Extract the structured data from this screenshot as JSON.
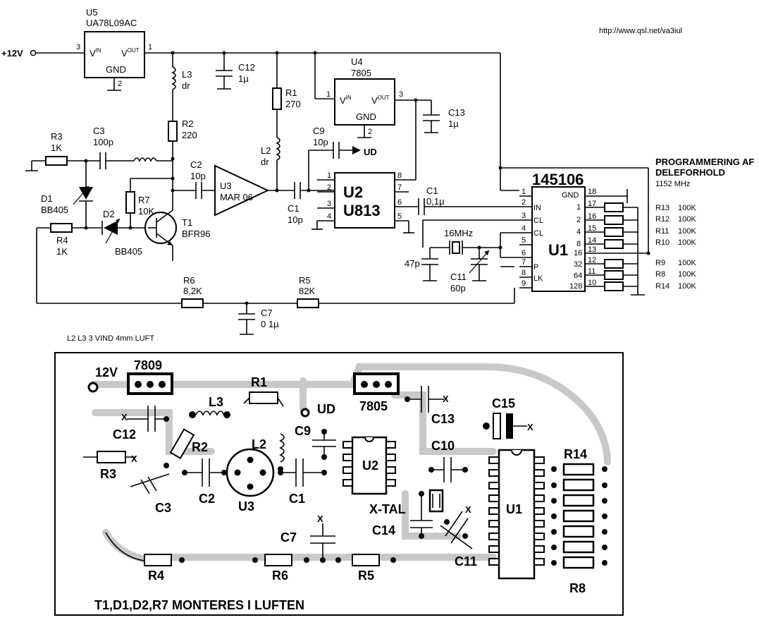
{
  "url": "http://www.qsl.net/va3iul",
  "supply": "+12V",
  "u5": {
    "ref": "U5",
    "part": "UA78L09AC",
    "vin": "V",
    "vin_sup": "IN",
    "vout": "V",
    "vout_sup": "OUT",
    "gnd": "GND",
    "pin3": "3",
    "pin1": "1",
    "pin2": "2"
  },
  "u4": {
    "ref": "U4",
    "part": "7805",
    "vin": "V",
    "vin_sup": "IN",
    "vout": "V",
    "vout_sup": "OUT",
    "gnd": "GND",
    "pin1": "1",
    "pin2": "2",
    "pin3": "3"
  },
  "u3": {
    "ref": "U3",
    "part": "MAR 06"
  },
  "u2": {
    "ref": "U2",
    "part": "U813",
    "pins": [
      "1",
      "2",
      "3",
      "4",
      "8",
      "7",
      "6",
      "5"
    ]
  },
  "u1": {
    "ref": "U1",
    "part": "145106",
    "left_pins": [
      {
        "num": "1",
        "name": ""
      },
      {
        "num": "2",
        "name": "IN"
      },
      {
        "num": "3",
        "name": "CL"
      },
      {
        "num": "4",
        "name": "CL"
      },
      {
        "num": "5",
        "name": ""
      },
      {
        "num": "6",
        "name": ""
      },
      {
        "num": "7",
        "name": "P"
      },
      {
        "num": "8",
        "name": "LK"
      },
      {
        "num": "9",
        "name": ""
      }
    ],
    "right_pins": [
      {
        "num": "18",
        "name": "GND"
      },
      {
        "num": "17",
        "name": "1"
      },
      {
        "num": "16",
        "name": "2"
      },
      {
        "num": "15",
        "name": "4"
      },
      {
        "num": "14",
        "name": "8"
      },
      {
        "num": "13",
        "name": "16"
      },
      {
        "num": "12",
        "name": "32"
      },
      {
        "num": "11",
        "name": "64"
      },
      {
        "num": "10",
        "name": "128"
      }
    ]
  },
  "components": {
    "c12": [
      "C12",
      "1µ"
    ],
    "l3": [
      "L3",
      "dr"
    ],
    "r2": [
      "R2",
      "220"
    ],
    "r1": [
      "R1",
      "270"
    ],
    "l2": [
      "L2",
      "dr"
    ],
    "r3": [
      "R3",
      "1K"
    ],
    "c3": [
      "C3",
      "100p"
    ],
    "c2": [
      "C2",
      "10p"
    ],
    "c9": [
      "C9",
      "10p"
    ],
    "c13": [
      "C13",
      "1µ"
    ],
    "d1": [
      "D1",
      "BB405"
    ],
    "d2": [
      "D2",
      "BB405"
    ],
    "r7": [
      "R7",
      "10K"
    ],
    "t1": [
      "T1",
      "BFR96"
    ],
    "r4": [
      "R4",
      "1K"
    ],
    "c1a": [
      "C1",
      "10p"
    ],
    "c1b": [
      "C1",
      "0,1µ"
    ],
    "xtal": [
      "16MHz",
      ""
    ],
    "c47": [
      "47p",
      ""
    ],
    "c11": [
      "C11",
      "60p"
    ],
    "r6": [
      "R6",
      "8,2K"
    ],
    "r5": [
      "R5",
      "82K"
    ],
    "c7": [
      "C7",
      "0 1µ"
    ]
  },
  "ud_label": "UD",
  "prog": {
    "title_1": "PROGRAMMERING AF",
    "title_2": "DELEFORHOLD",
    "title_3": "1152 MHz",
    "resistors": [
      {
        "ref": "R13",
        "value": "100K"
      },
      {
        "ref": "R12",
        "value": "100K"
      },
      {
        "ref": "R11",
        "value": "100K"
      },
      {
        "ref": "R10",
        "value": "100K"
      },
      {
        "ref": "R9",
        "value": "100K"
      },
      {
        "ref": "R8",
        "value": "100K"
      },
      {
        "ref": "R14",
        "value": "100K"
      }
    ]
  },
  "coil_note": "L2  L3  3 VIND  4mm LUFT",
  "board": {
    "labels": {
      "v12": "12V",
      "reg7809": "7809",
      "r1": "R1",
      "ud": "UD",
      "reg7805": "7805",
      "c15": "C15",
      "x": "X",
      "c12": "C12",
      "l3": "L3",
      "c13": "C13",
      "r2": "R2",
      "l2": "L2",
      "c9": "C9",
      "u2": "U2",
      "c10": "C10",
      "r14": "R14",
      "r3": "R3",
      "x2": "X",
      "c3": "C3",
      "c2": "C2",
      "u3": "U3",
      "c1": "C1",
      "xtal": "X-TAL",
      "u1": "U1",
      "c14": "C14",
      "c7": "C7",
      "c11": "C11",
      "r4": "R4",
      "r6": "R6",
      "r5": "R5",
      "r8": "R8"
    },
    "note": "T1,D1,D2,R7 MONTERES I LUFTEN"
  }
}
